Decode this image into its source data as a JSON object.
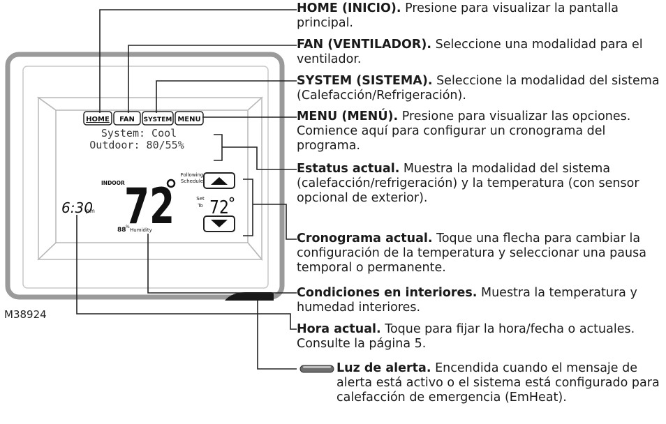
{
  "device": {
    "buttons": {
      "home": "HOME",
      "fan": "FAN",
      "system": "SYSTEM",
      "menu": "MENU"
    },
    "status": {
      "system": "System: Cool",
      "outdoor": "Outdoor: 80/55%"
    },
    "indoor_label": "INDOOR",
    "indoor_temp": "72",
    "humidity_value": "88",
    "humidity_unit": "%",
    "humidity_label": "Humidity",
    "schedule_label_1": "Following",
    "schedule_label_2": "Schedule",
    "set_label_1": "Set",
    "set_label_2": "To",
    "set_temp": "72",
    "time": "6:30",
    "time_suffix": "pm"
  },
  "figure_code": "M38924",
  "annotations": [
    {
      "title": "HOME (INICIO).",
      "text": " Presione para visualizar la pantalla principal."
    },
    {
      "title": "FAN (VENTILADOR).",
      "text": " Seleccione una modalidad para el ventilador."
    },
    {
      "title": "SYSTEM (SISTEMA).",
      "text": " Seleccione la modalidad del sistema (Calefacción/Refrigeración)."
    },
    {
      "title": "MENU (MENÚ).",
      "text": " Presione para visualizar las opciones. Comience aquí para configurar un cronograma del programa."
    },
    {
      "title": "Estatus actual.",
      "text": " Muestra la modalidad del sistema (calefacción/refrigeración) y la temperatura (con sensor opcional de exterior)."
    },
    {
      "title": "Cronograma actual.",
      "text": " Toque una flecha para cambiar la configuración de la temperatura y seleccionar una pausa temporal o permanente."
    },
    {
      "title": "Condiciones en interiores.",
      "text": " Muestra la temperatura y humedad interiores."
    },
    {
      "title": "Hora actual.",
      "text": " Toque para fijar la hora/fecha o actuales. Consulte la página 5."
    },
    {
      "title": "Luz de alerta.",
      "text": " Encendida cuando el mensaje de alerta está activo o el sistema está configurado para calefacción de emergencia (EmHeat)."
    }
  ]
}
